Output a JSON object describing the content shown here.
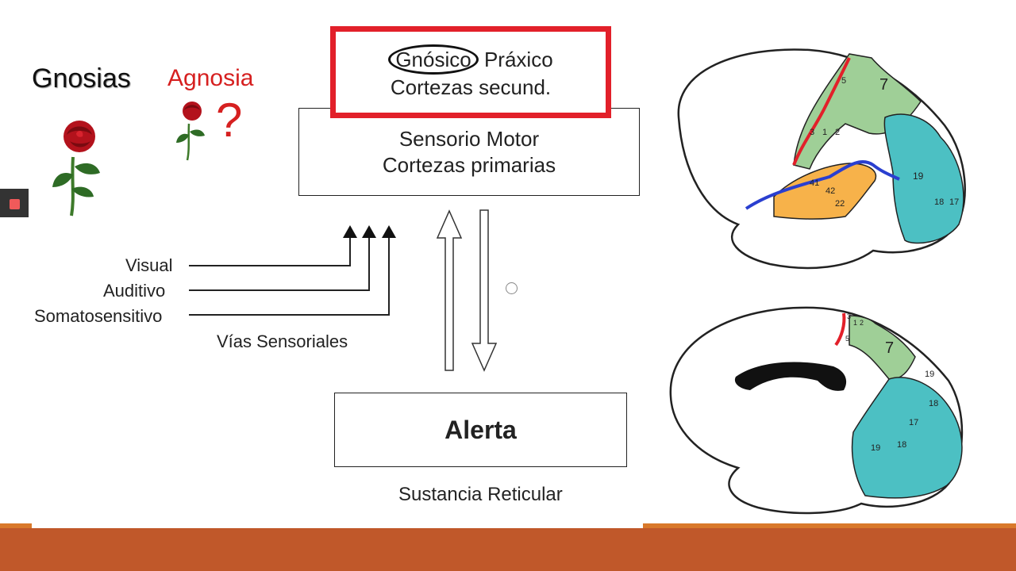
{
  "left": {
    "gnosias_title": "Gnosias",
    "agnosia_title": "Agnosia",
    "question_mark": "?"
  },
  "boxes": {
    "secondary": {
      "line1_circled": "Gnósico",
      "line1_rest": "Práxico",
      "line2": "Cortezas secund."
    },
    "primary": {
      "line1": "Sensorio Motor",
      "line2": "Cortezas primarias"
    },
    "alerta": {
      "label": "Alerta"
    }
  },
  "pathways": {
    "inputs": [
      "Visual",
      "Auditivo",
      "Somatosensitivo"
    ],
    "caption": "Vías Sensoriales"
  },
  "reticular_caption": "Sustancia Reticular",
  "brain_lateral": {
    "labels": [
      "5",
      "7",
      "3",
      "1",
      "2",
      "41",
      "42",
      "22",
      "19",
      "18",
      "17"
    ]
  },
  "brain_medial": {
    "labels": [
      "3",
      "1",
      "2",
      "5",
      "7",
      "19",
      "18",
      "17",
      "19",
      "18"
    ]
  },
  "colors": {
    "red_highlight": "#e2202a",
    "blue_line": "#2a3fd0",
    "green_area": "#9fcf97",
    "orange_area": "#f7b24a",
    "teal_area": "#4cc0c3",
    "bottom_bar": "#c0582a"
  }
}
